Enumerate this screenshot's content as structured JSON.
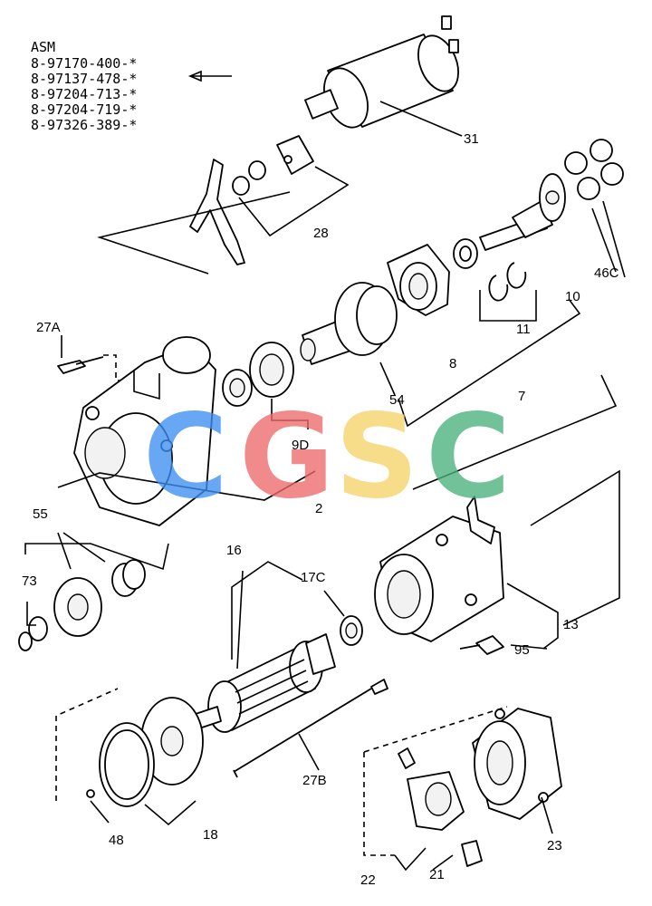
{
  "asm": {
    "title": "ASM",
    "numbers": [
      "8-97170-400-*",
      "8-97137-478-*",
      "8-97204-713-*",
      "8-97204-719-*",
      "8-97326-389-*"
    ]
  },
  "watermark": {
    "letters": [
      "C",
      "G",
      "S",
      "C"
    ],
    "colors": [
      "#3d8ff0",
      "#ee6b6b",
      "#f6d36a",
      "#4ab27c"
    ]
  },
  "callouts": {
    "c31": "31",
    "c28": "28",
    "c27a": "27A",
    "c46c": "46C",
    "c10": "10",
    "c11": "11",
    "c8": "8",
    "c7": "7",
    "c54": "54",
    "c9d": "9D",
    "c2": "2",
    "c55": "55",
    "c73": "73",
    "c16": "16",
    "c17c": "17C",
    "c13": "13",
    "c95": "95",
    "c27b": "27B",
    "c48": "48",
    "c18": "18",
    "c23": "23",
    "c22": "22",
    "c21": "21"
  }
}
